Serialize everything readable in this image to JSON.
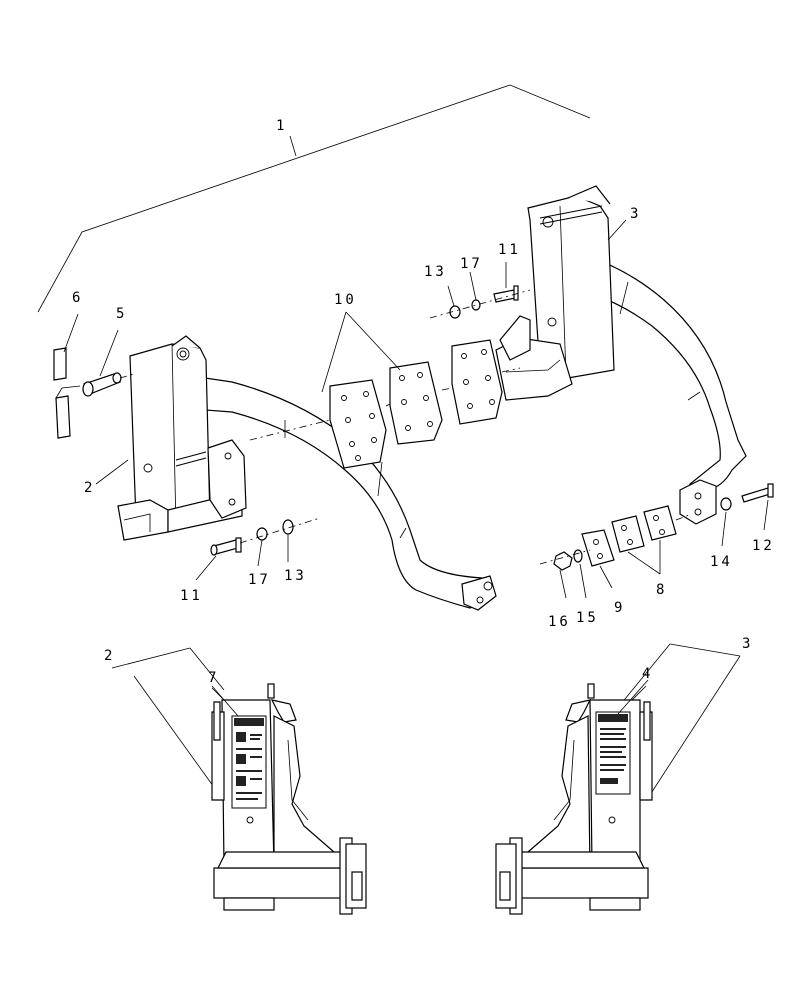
{
  "callouts": [
    {
      "key": "c1",
      "text": "1"
    },
    {
      "key": "c2a",
      "text": "2"
    },
    {
      "key": "c3a",
      "text": "3"
    },
    {
      "key": "c5",
      "text": "5"
    },
    {
      "key": "c6",
      "text": "6"
    },
    {
      "key": "c8",
      "text": "8"
    },
    {
      "key": "c9",
      "text": "9"
    },
    {
      "key": "c10",
      "text": "10"
    },
    {
      "key": "c11a",
      "text": "11"
    },
    {
      "key": "c11b",
      "text": "11"
    },
    {
      "key": "c12",
      "text": "12"
    },
    {
      "key": "c13a",
      "text": "13"
    },
    {
      "key": "c13b",
      "text": "13"
    },
    {
      "key": "c14",
      "text": "14"
    },
    {
      "key": "c15",
      "text": "15"
    },
    {
      "key": "c16",
      "text": "16"
    },
    {
      "key": "c17a",
      "text": "17"
    },
    {
      "key": "c17b",
      "text": "17"
    },
    {
      "key": "c2b",
      "text": "2"
    },
    {
      "key": "c7",
      "text": "7"
    },
    {
      "key": "c4",
      "text": "4"
    },
    {
      "key": "c3b",
      "text": "3"
    }
  ]
}
